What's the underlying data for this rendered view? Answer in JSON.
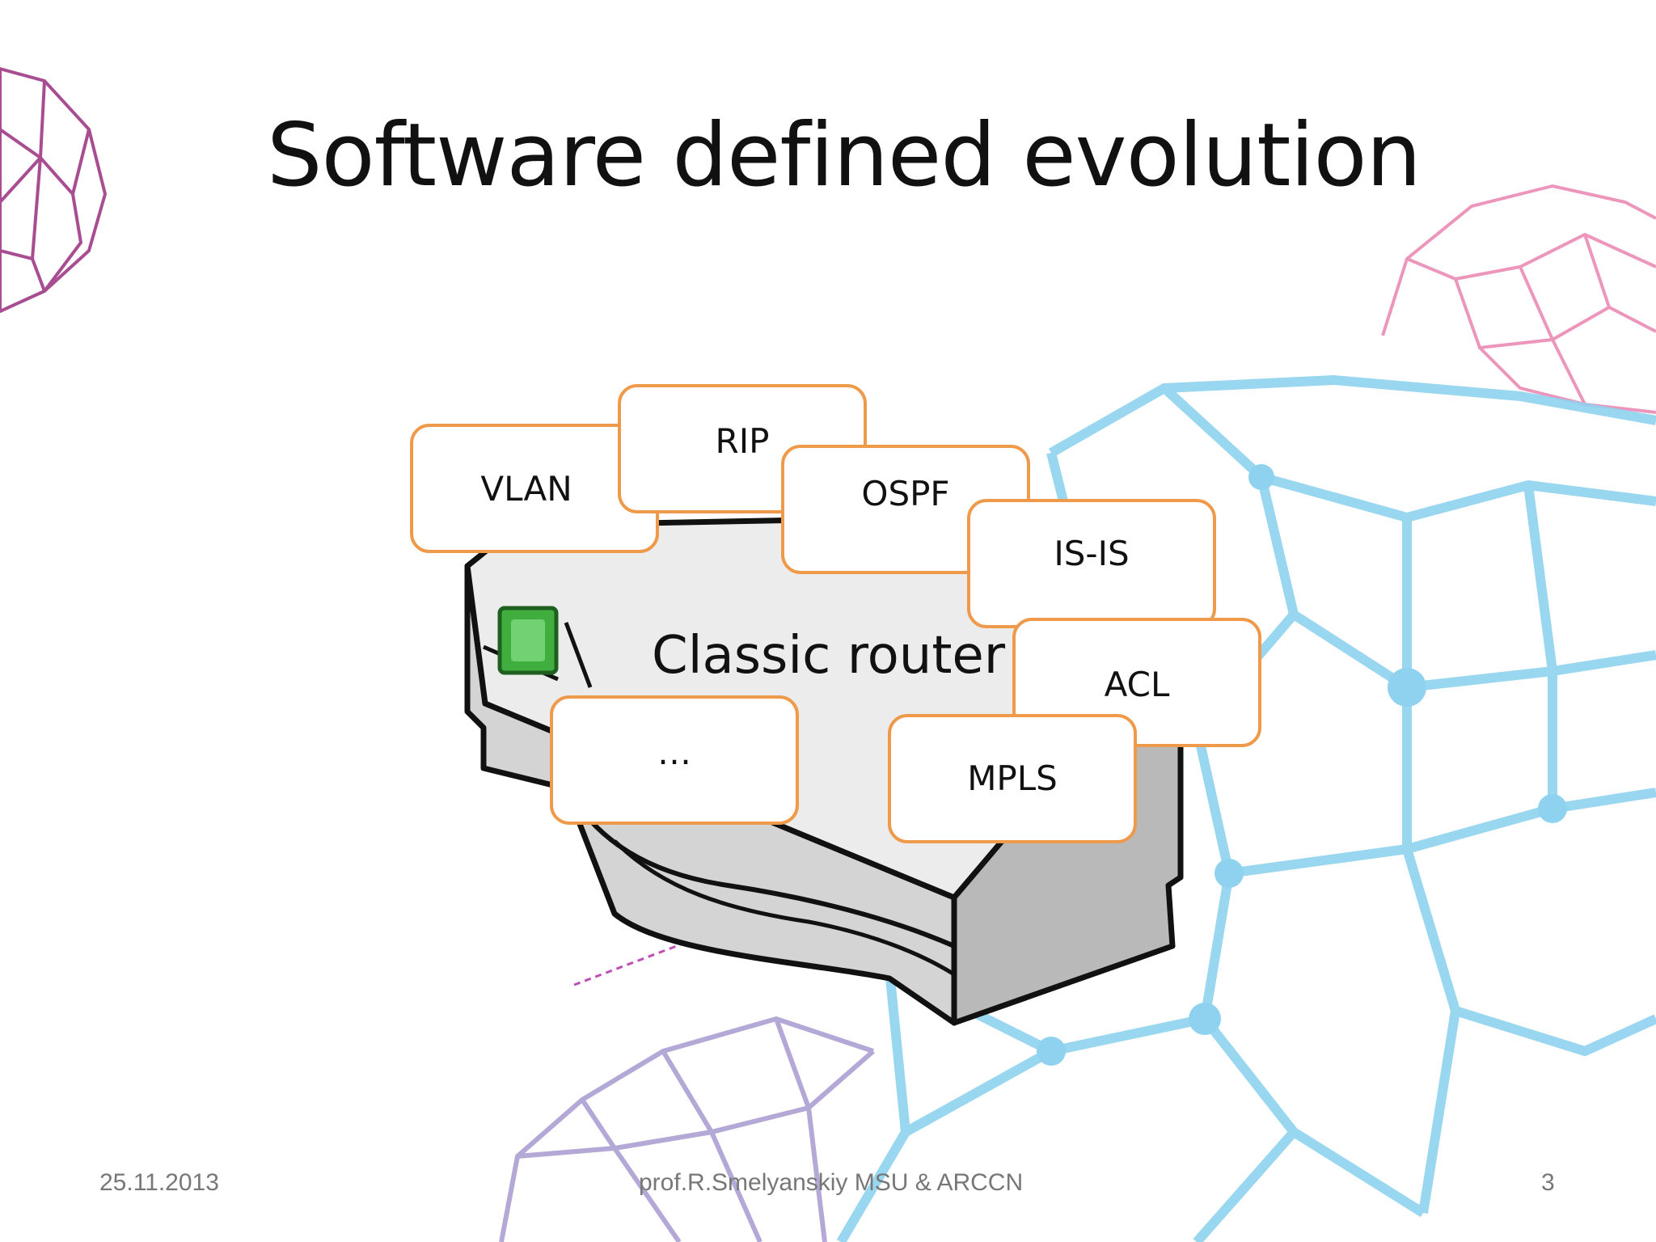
{
  "slide": {
    "title": "Software defined evolution",
    "router_label": "Classic router",
    "features": [
      {
        "id": "vlan",
        "label": "VLAN"
      },
      {
        "id": "rip",
        "label": "RIP"
      },
      {
        "id": "ospf",
        "label": "OSPF"
      },
      {
        "id": "isis",
        "label": "IS-IS"
      },
      {
        "id": "acl",
        "label": "ACL"
      },
      {
        "id": "mpls",
        "label": "MPLS"
      },
      {
        "id": "more",
        "label": "…"
      }
    ],
    "footer": {
      "date": "25.11.2013",
      "author": "prof.R.Smelyanskiy MSU & ARCCN",
      "page": "3"
    }
  },
  "colors": {
    "box_border": "#ee9a4a",
    "led": "#3fae3f"
  }
}
